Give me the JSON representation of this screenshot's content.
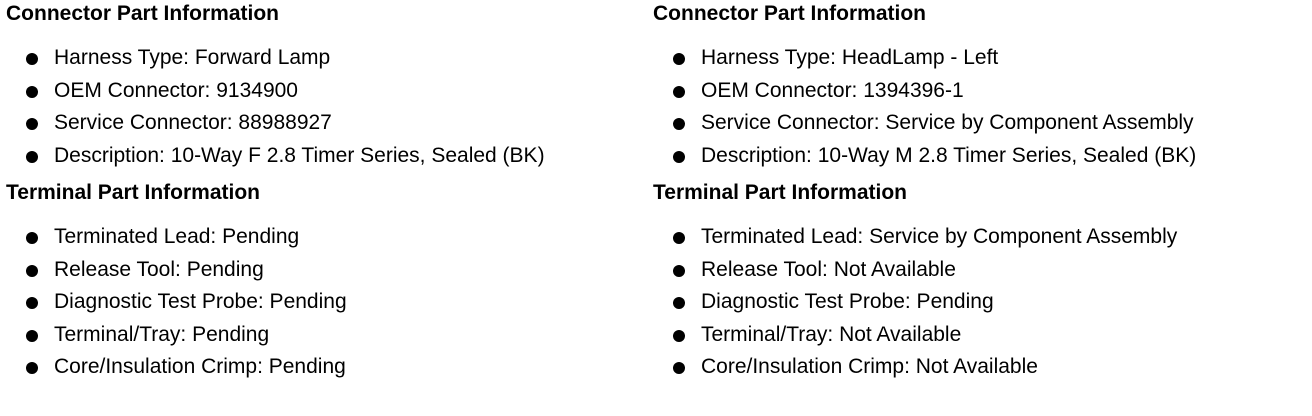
{
  "left": {
    "connector_heading": "Connector Part Information",
    "connector_items": [
      "Harness Type: Forward Lamp",
      "OEM Connector: 9134900",
      "Service Connector: 88988927",
      "Description: 10-Way F 2.8 Timer Series, Sealed (BK)"
    ],
    "terminal_heading": "Terminal Part Information",
    "terminal_items": [
      "Terminated Lead: Pending",
      "Release Tool: Pending",
      "Diagnostic Test Probe: Pending",
      "Terminal/Tray: Pending",
      "Core/Insulation Crimp: Pending"
    ]
  },
  "right": {
    "connector_heading": "Connector Part Information",
    "connector_items": [
      "Harness Type: HeadLamp - Left",
      "OEM Connector: 1394396-1",
      "Service Connector: Service by Component Assembly",
      "Description: 10-Way M 2.8 Timer Series, Sealed (BK)"
    ],
    "terminal_heading": "Terminal Part Information",
    "terminal_items": [
      "Terminated Lead: Service by Component Assembly",
      "Release Tool: Not Available",
      "Diagnostic Test Probe: Pending",
      "Terminal/Tray: Not Available",
      "Core/Insulation Crimp: Not Available"
    ]
  }
}
